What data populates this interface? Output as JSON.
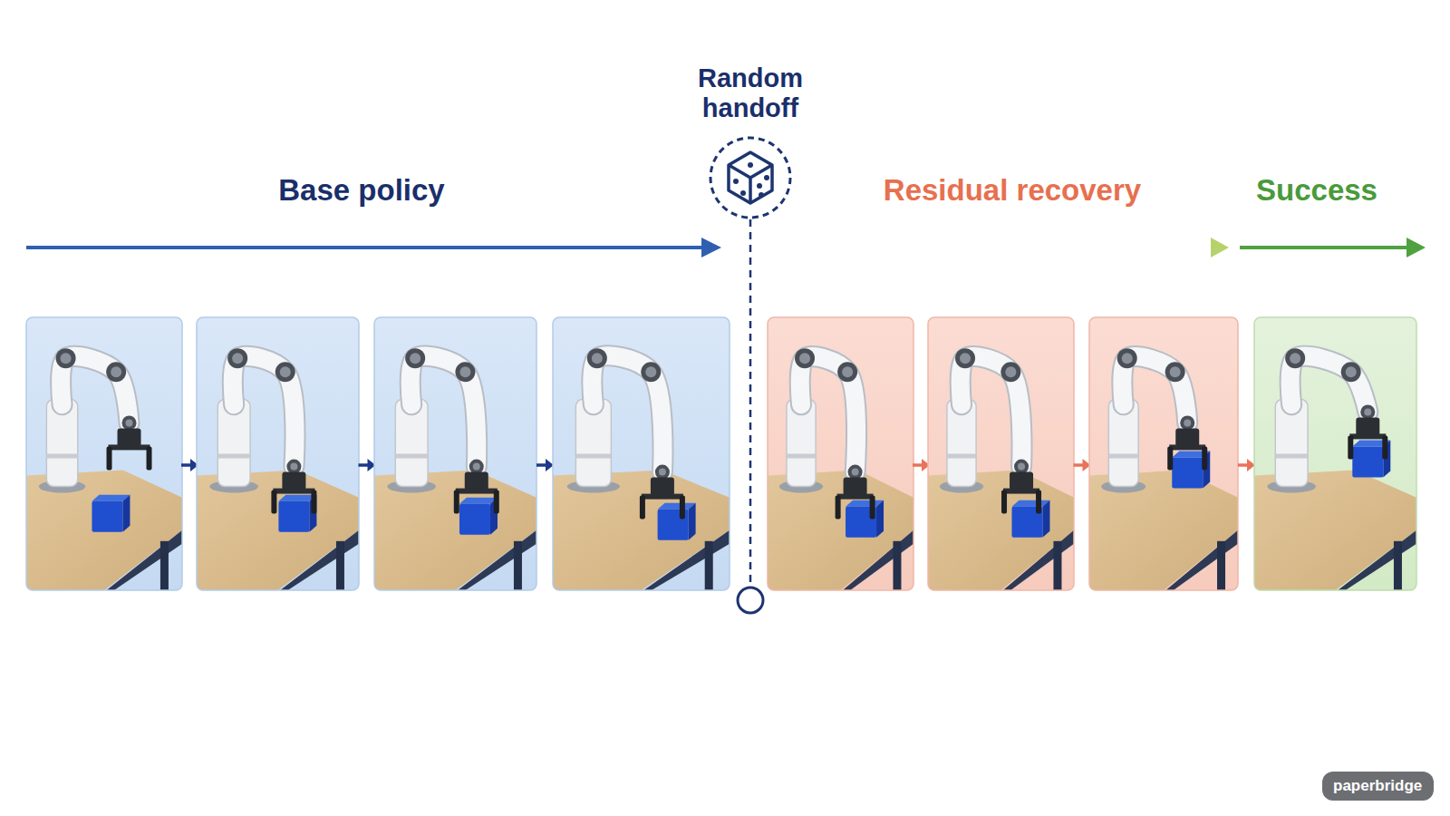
{
  "diagram": {
    "nodes": [
      {
        "text": [
          "paperbridge"
        ]
      }
    ],
    "labels": [
      "Base policy",
      "Random handoff",
      "Residual recovery",
      "Success"
    ]
  }
}
